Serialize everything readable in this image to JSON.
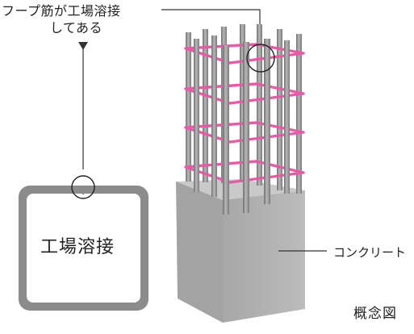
{
  "labels": {
    "weld_line1": "フープ筋が工場溶接",
    "weld_line2": "してある",
    "factory_weld": "工場溶接",
    "concrete": "コンクリート",
    "concept": "概念図"
  },
  "colors": {
    "hoop": "#e85aa6",
    "rebar": "#8e8e8e",
    "concrete": "#b3b3b3",
    "concrete_side": "#a4a4a4",
    "concrete_top": "#c7c7c7",
    "frame": "#8c8c8c",
    "leader": "#333333"
  }
}
